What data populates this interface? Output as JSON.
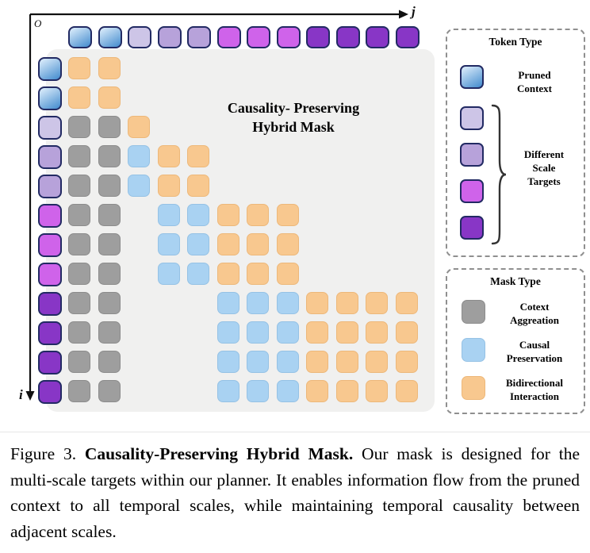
{
  "figure": {
    "origin_label": "O",
    "x_axis_label": "j",
    "y_axis_label": "i",
    "mask_title_line1": "Causality- Preserving",
    "mask_title_line2": "Hybrid Mask"
  },
  "tokens": {
    "header": [
      "ctx",
      "ctx",
      "s1",
      "s2",
      "s2",
      "s3",
      "s3",
      "s3",
      "s4",
      "s4",
      "s4",
      "s4"
    ],
    "left": [
      "ctx",
      "ctx",
      "s1",
      "s2",
      "s2",
      "s3",
      "s3",
      "s3",
      "s4",
      "s4",
      "s4",
      "s4"
    ]
  },
  "mask_matrix": [
    "OO..........",
    "OO..........",
    "GGO.........",
    "GGBOO.......",
    "GGBOO.......",
    "GG.BBOOO....",
    "GG.BBOOO....",
    "GG.BBOOO....",
    "GG...BBBOOOO",
    "GG...BBBOOOO",
    "GG...BBBOOOO",
    "GG...BBBOOOO"
  ],
  "colors": {
    "context_light": "#d9ebfa",
    "context_dark": "#4a90d0",
    "scale1": "#cdc5e7",
    "scale2": "#b7a2da",
    "scale3": "#cf63ea",
    "scale4": "#8836c6",
    "token_border": "#222a63",
    "mask_gray": "#9e9e9e",
    "mask_gray_border": "#8c8c8c",
    "mask_blue": "#a9d2f2",
    "mask_blue_border": "#95c2e5",
    "mask_orange": "#f8c88f",
    "mask_orange_border": "#edb87a",
    "panel_bg": "#f0f0ef"
  },
  "legend_token": {
    "title": "Token Type",
    "pruned_label_line1": "Pruned",
    "pruned_label_line2": "Context",
    "scales_label_line1": "Different",
    "scales_label_line2": "Scale",
    "scales_label_line3": "Targets"
  },
  "legend_mask": {
    "title": "Mask Type",
    "items": [
      {
        "key": "gray",
        "line1": "Cotext",
        "line2": "Aggreation"
      },
      {
        "key": "blue",
        "line1": "Causal",
        "line2": "Preservation"
      },
      {
        "key": "orange",
        "line1": "Bidirectional",
        "line2": "Interaction"
      }
    ]
  },
  "caption": {
    "figure_label": "Figure 3.",
    "bold_title": "Causality-Preserving Hybrid Mask.",
    "body": "Our mask is designed for the multi-scale targets within our planner. It enables information flow from the pruned context to all temporal scales, while maintaining temporal causality between adjacent scales."
  }
}
